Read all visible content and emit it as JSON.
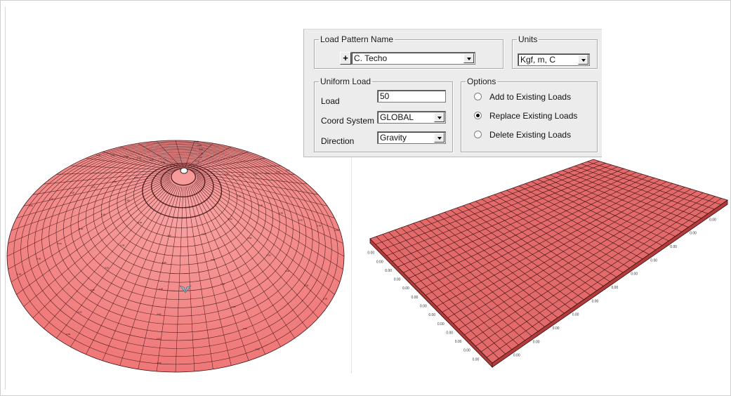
{
  "dialog": {
    "load_pattern": {
      "group_label": "Load Pattern Name",
      "plus_label": "+",
      "selected": "C. Techo"
    },
    "units": {
      "group_label": "Units",
      "selected": "Kgf, m, C"
    },
    "uniform_load": {
      "group_label": "Uniform Load",
      "load_label": "Load",
      "load_value": "50",
      "coord_label": "Coord System",
      "coord_value": "GLOBAL",
      "direction_label": "Direction",
      "direction_value": "Gravity"
    },
    "options": {
      "group_label": "Options",
      "items": [
        {
          "label": "Add to Existing Loads",
          "selected": false
        },
        {
          "label": "Replace Existing Loads",
          "selected": true
        },
        {
          "label": "Delete Existing Loads",
          "selected": false
        }
      ]
    }
  },
  "colors": {
    "mesh_fill": "#f08080",
    "mesh_line": "#3a0f0f",
    "slab_top": "#e36a6a",
    "slab_side": "#b23b3b"
  },
  "views": {
    "left": "dome-mesh-model",
    "right": "flat-slab-mesh-model",
    "edge_label": "0.00"
  }
}
